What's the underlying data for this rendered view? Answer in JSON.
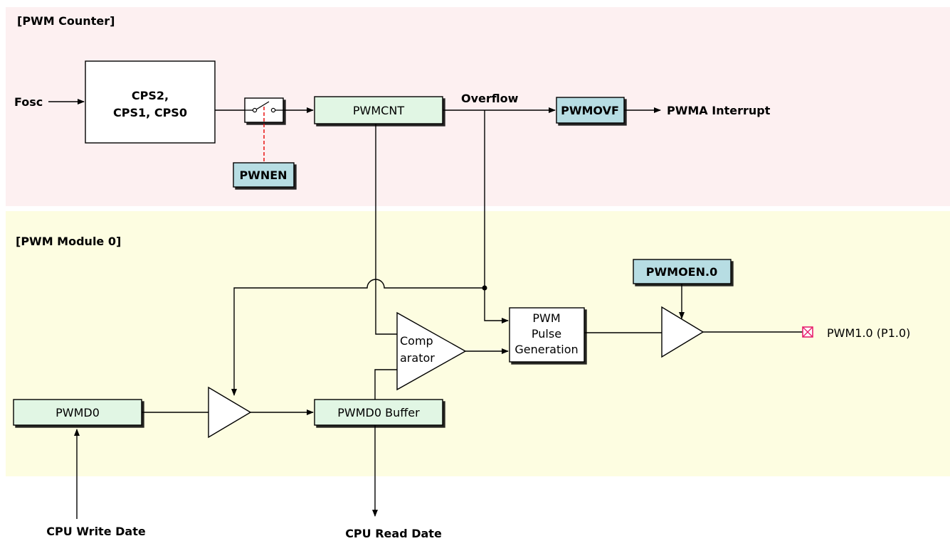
{
  "sections": {
    "counter_title": "[PWM Counter]",
    "module_title": "[PWM Module 0]"
  },
  "inputs": {
    "fosc": "Fosc",
    "cpu_write": "CPU Write Date",
    "cpu_read": "CPU Read Date"
  },
  "blocks": {
    "prescaler_line1": "CPS2,",
    "prescaler_line2": "CPS1, CPS0",
    "pwmcnt": "PWMCNT",
    "pwmovf": "PWMOVF",
    "pwnen": "PWNEN",
    "pwmd0": "PWMD0",
    "pwmd0_buffer": "PWMD0 Buffer",
    "comparator_line1": "Comp",
    "comparator_line2": "arator",
    "pulse_gen_line1": "PWM",
    "pulse_gen_line2": "Pulse",
    "pulse_gen_line3": "Generation",
    "pwmoen": "PWMOEN.0"
  },
  "signals": {
    "overflow": "Overflow",
    "interrupt": "PWMA Interrupt",
    "output_pin": "PWM1.0 (P1.0)"
  },
  "colors": {
    "counter_bg": "#fdf0f1",
    "module_bg": "#fdfde1",
    "register_fill": "#e1f6e4",
    "control_fill": "#b7dde3",
    "pin_marker": "#e8206e",
    "enable_line": "#e60000"
  }
}
